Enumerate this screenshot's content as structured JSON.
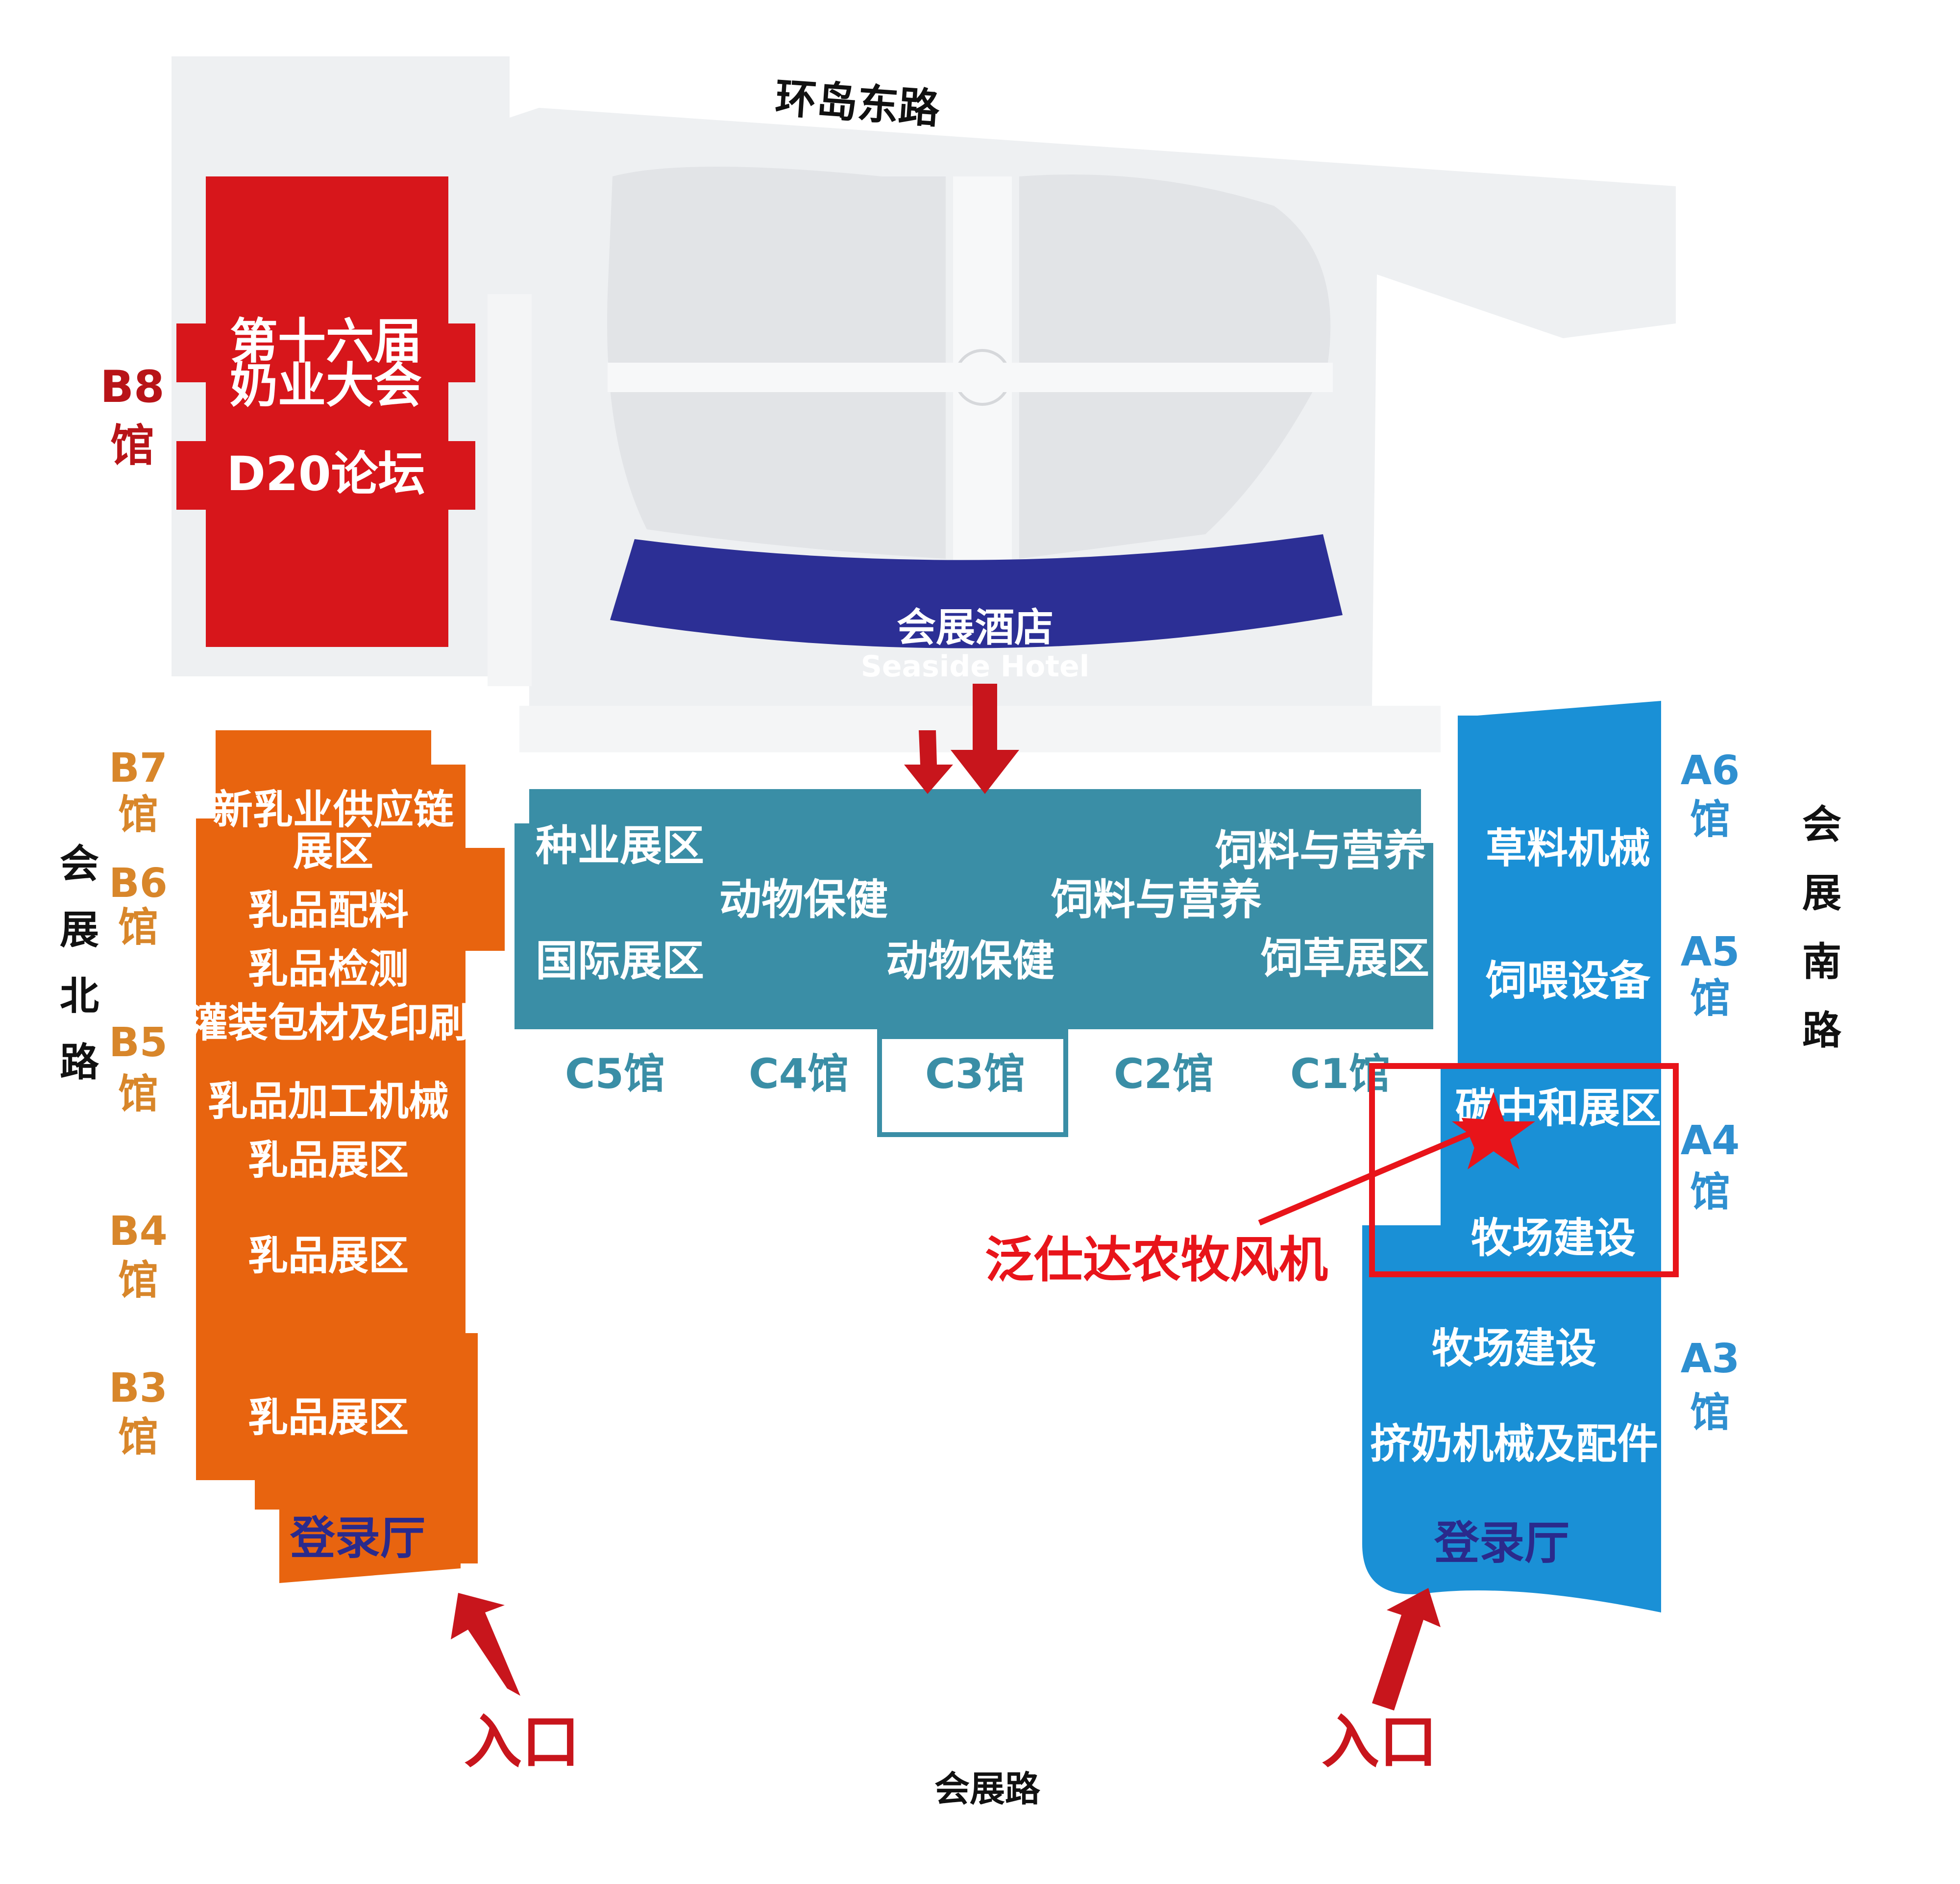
{
  "roads": {
    "north": "环岛东路",
    "south": "会展路",
    "west": [
      "会",
      "展",
      "北",
      "路"
    ],
    "east": [
      "会",
      "展",
      "南",
      "路"
    ]
  },
  "hotel": {
    "name_cn": "会展酒店",
    "name_en": "Seaside Hotel"
  },
  "hall_b8": {
    "label": [
      "B8",
      "馆"
    ],
    "lines": [
      "第十六届",
      "奶业大会",
      "D20论坛"
    ]
  },
  "b_halls": {
    "labels": [
      [
        "B7",
        "馆"
      ],
      [
        "B6",
        "馆"
      ],
      [
        "B5",
        "馆"
      ],
      [
        "B4",
        "馆"
      ],
      [
        "B3",
        "馆"
      ]
    ],
    "zones": [
      "新乳业供应链",
      "展区",
      "乳品配料",
      "乳品检测",
      "灌装包材及印刷",
      "乳品加工机械",
      "乳品展区",
      "乳品展区",
      "乳品展区"
    ],
    "lobby": "登录厅"
  },
  "c_halls": {
    "zones": [
      "种业展区",
      "饲料与营养",
      "动物保健",
      "饲料与营养",
      "国际展区",
      "动物保健",
      "饲草展区"
    ],
    "labels": [
      "C5馆",
      "C4馆",
      "C3馆",
      "C2馆",
      "C1馆"
    ]
  },
  "a_halls": {
    "labels": [
      [
        "A6",
        "馆"
      ],
      [
        "A5",
        "馆"
      ],
      [
        "A4",
        "馆"
      ],
      [
        "A3",
        "馆"
      ]
    ],
    "zones": [
      "草料机械",
      "饲喂设备",
      "碳中和展区",
      "牧场建设",
      "牧场建设",
      "挤奶机械及配件"
    ],
    "lobby": "登录厅"
  },
  "entrances": [
    "入口",
    "入口"
  ],
  "highlight": {
    "label": "泛仕达农牧风机"
  },
  "colors": {
    "b8": "#d7161b",
    "b_halls": "#e8640f",
    "b_labels": "#d8862a",
    "c_halls": "#3a8ea6",
    "a_halls": "#1a90d6",
    "a_labels": "#2e8fd0",
    "hotel": "#2c2f95",
    "arrows": "#c8151c",
    "highlight": "#e8141a",
    "lobby_text": "#2a2a8c",
    "roads": "#f1f2f4"
  }
}
